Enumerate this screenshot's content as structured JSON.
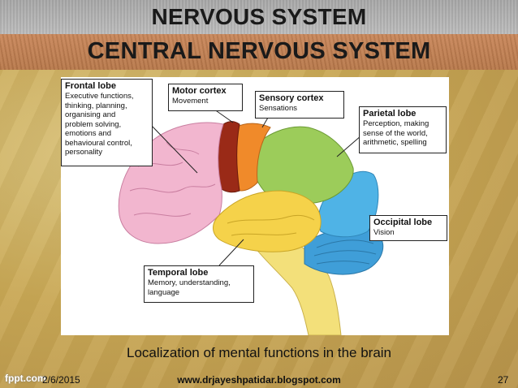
{
  "slide": {
    "title_line1": "NERVOUS SYSTEM",
    "title_line2": "CENTRAL NERVOUS SYSTEM",
    "caption": "Localization of mental functions in the brain"
  },
  "labels": {
    "frontal": {
      "heading": "Frontal lobe",
      "text": "Executive functions,\nthinking, planning,\norganising and\nproblem solving,\nemotions and\nbehavioural control,\npersonality"
    },
    "motor": {
      "heading": "Motor cortex",
      "text": "Movement"
    },
    "sensory": {
      "heading": "Sensory cortex",
      "text": "Sensations"
    },
    "parietal": {
      "heading": "Parietal lobe",
      "text": "Perception, making\nsense of the world,\narithmetic, spelling"
    },
    "occipital": {
      "heading": "Occipital lobe",
      "text": "Vision"
    },
    "temporal": {
      "heading": "Temporal lobe",
      "text": "Memory, understanding,\nlanguage"
    }
  },
  "colors": {
    "frontal": "#f2b6cf",
    "motor": "#9a2a17",
    "sensory": "#f08a2a",
    "parietal": "#9ccc5a",
    "occipital": "#4fb3e6",
    "temporal": "#f5d24a",
    "cerebellum": "#3f9ed8",
    "brainstem": "#f3e07a"
  },
  "footer": {
    "logo": "fppt.com",
    "date": "2/6/2015",
    "url": "www.drjayeshpatidar.blogspot.com",
    "page": "27"
  }
}
